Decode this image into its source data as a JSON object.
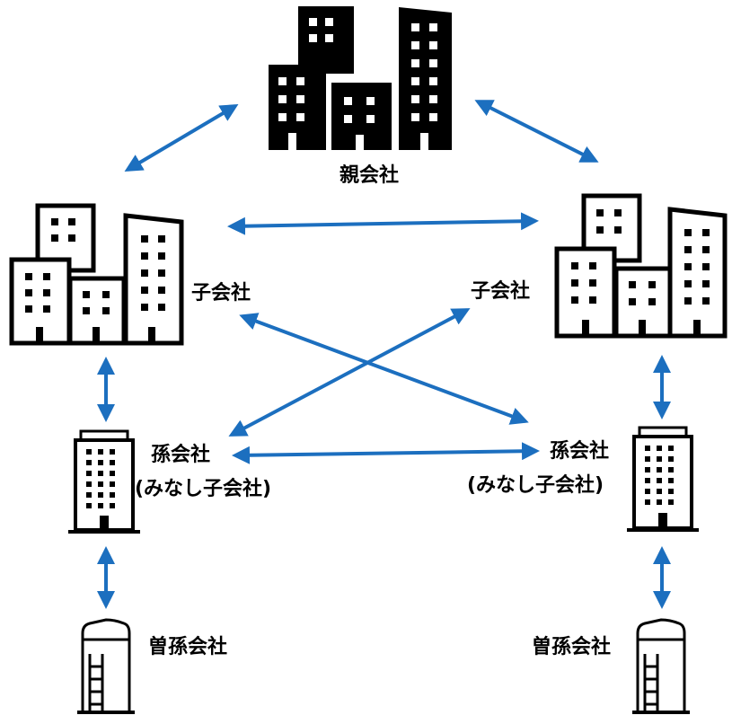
{
  "colors": {
    "arrow": "#1C6FBF",
    "ink": "#000000",
    "background": "#FFFFFF"
  },
  "icons": {
    "parent": "office-buildings-cluster-icon",
    "subsidiary": "office-buildings-icon",
    "sub_subsidiary": "office-tower-icon",
    "great_sub": "small-building-icon"
  },
  "labels": {
    "parent": "親会社",
    "subsidiary_left": "子会社",
    "subsidiary_right": "子会社",
    "sub_subsidiary_left_1": "孫会社",
    "sub_subsidiary_left_2": "(みなし子会社)",
    "sub_subsidiary_right_1": "孫会社",
    "sub_subsidiary_right_2": "(みなし子会社)",
    "great_sub_left": "曽孫会社",
    "great_sub_right": "曽孫会社"
  }
}
